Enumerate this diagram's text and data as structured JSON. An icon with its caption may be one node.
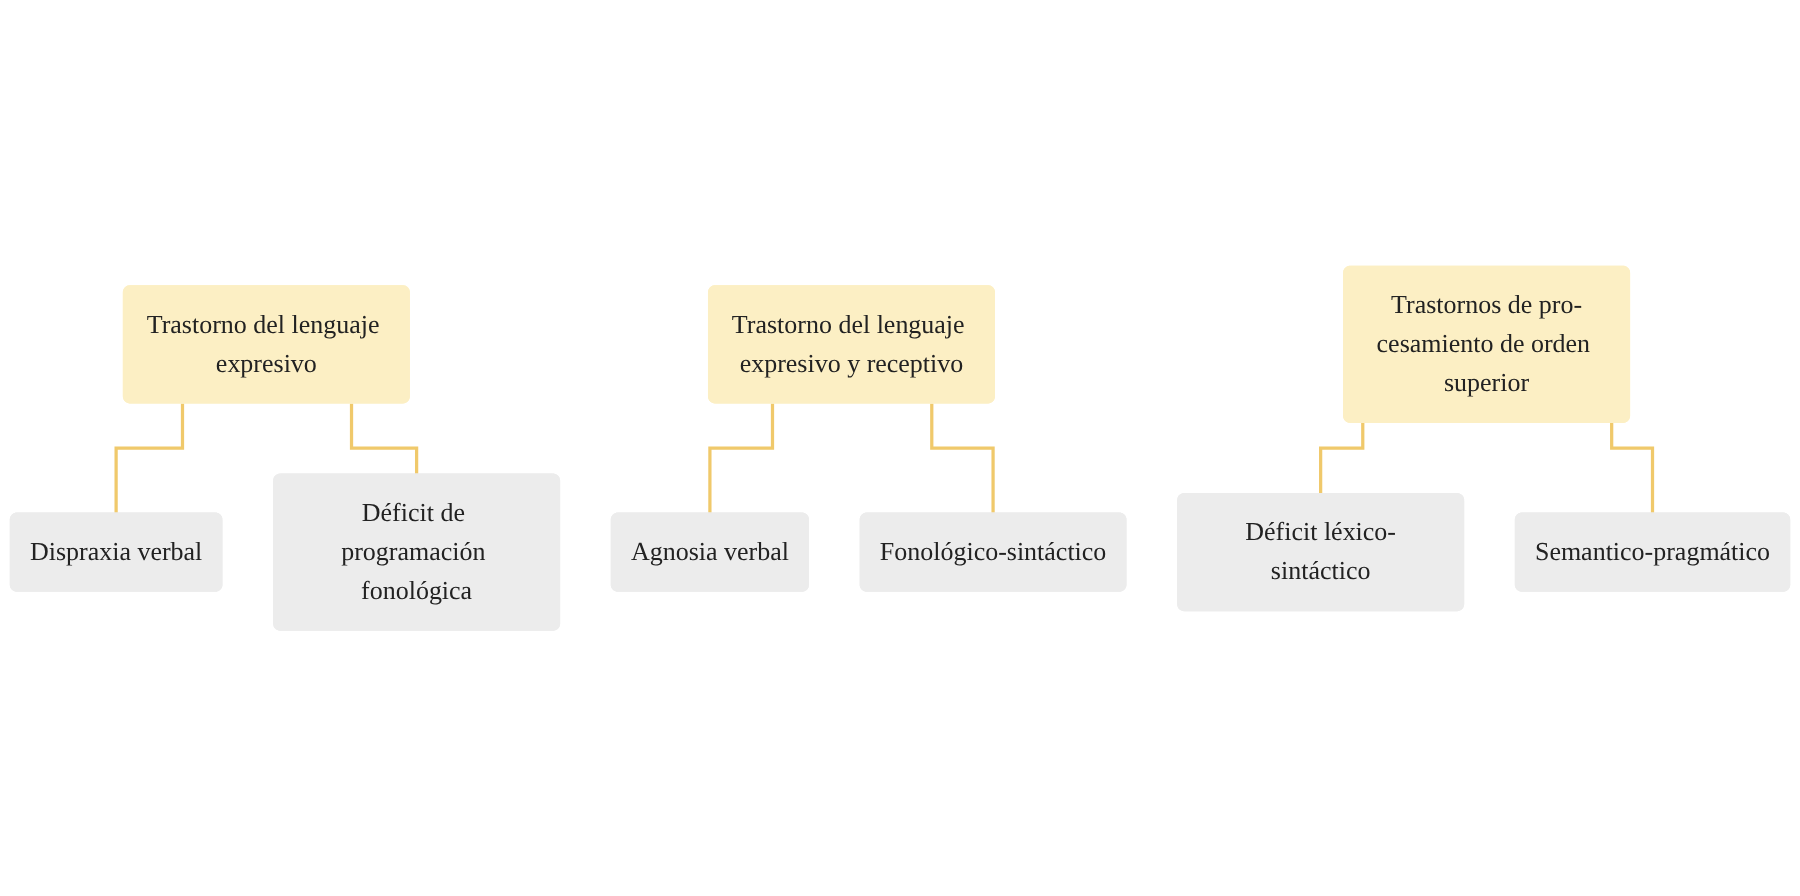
{
  "diagram": {
    "nodes": [
      {
        "text": [
          "Trastorno del lenguaje expresivo"
        ]
      },
      {
        "text": [
          "Dispraxia verbal"
        ]
      },
      {
        "text": [
          "Déficit de programación fonológica"
        ]
      },
      {
        "text": [
          "Trastorno del lenguaje expresivo y receptivo"
        ]
      },
      {
        "text": [
          "Agnosia verbal"
        ]
      },
      {
        "text": [
          "Fonológico-sintáctico"
        ]
      },
      {
        "text": [
          "Trastornos de pro-cesamiento de orden superior"
        ]
      },
      {
        "text": [
          "Déficit léxico-sintáctico"
        ]
      },
      {
        "text": [
          "Semantico-pragmático"
        ]
      }
    ],
    "edges": [
      {
        "from": 0,
        "to": 1,
        "arrow": "none"
      },
      {
        "from": 0,
        "to": 2,
        "arrow": "none"
      },
      {
        "from": 3,
        "to": 4,
        "arrow": "none"
      },
      {
        "from": 3,
        "to": 5,
        "arrow": "none"
      },
      {
        "from": 6,
        "to": 7,
        "arrow": "none"
      },
      {
        "from": 6,
        "to": 8,
        "arrow": "none"
      }
    ]
  }
}
